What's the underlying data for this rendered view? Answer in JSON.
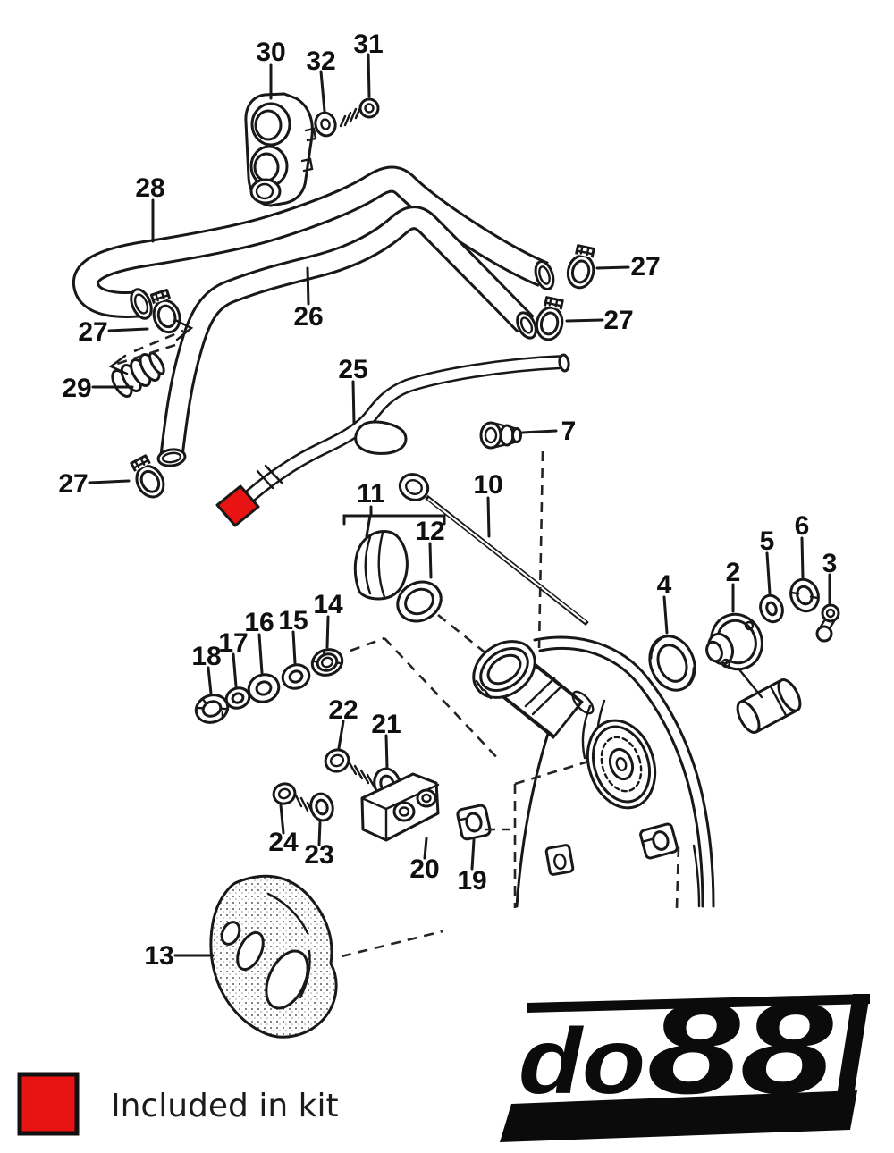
{
  "colors": {
    "line": "#181818",
    "highlight_red": "#e81414",
    "background": "#ffffff"
  },
  "callouts": [
    {
      "label": "30"
    },
    {
      "label": "32"
    },
    {
      "label": "31"
    },
    {
      "label": "28"
    },
    {
      "label": "26"
    },
    {
      "label": "27"
    },
    {
      "label": "27"
    },
    {
      "label": "27"
    },
    {
      "label": "29"
    },
    {
      "label": "27"
    },
    {
      "label": "25"
    },
    {
      "label": "7"
    },
    {
      "label": "10"
    },
    {
      "label": "11"
    },
    {
      "label": "12"
    },
    {
      "label": "5"
    },
    {
      "label": "6"
    },
    {
      "label": "2"
    },
    {
      "label": "3"
    },
    {
      "label": "4"
    },
    {
      "label": "14"
    },
    {
      "label": "15"
    },
    {
      "label": "16"
    },
    {
      "label": "17"
    },
    {
      "label": "18"
    },
    {
      "label": "22"
    },
    {
      "label": "21"
    },
    {
      "label": "24"
    },
    {
      "label": "23"
    },
    {
      "label": "20"
    },
    {
      "label": "19"
    },
    {
      "label": "13"
    }
  ],
  "legend": {
    "label": "Included in kit"
  },
  "logo": {
    "text_small": "do",
    "text_large": "88"
  }
}
